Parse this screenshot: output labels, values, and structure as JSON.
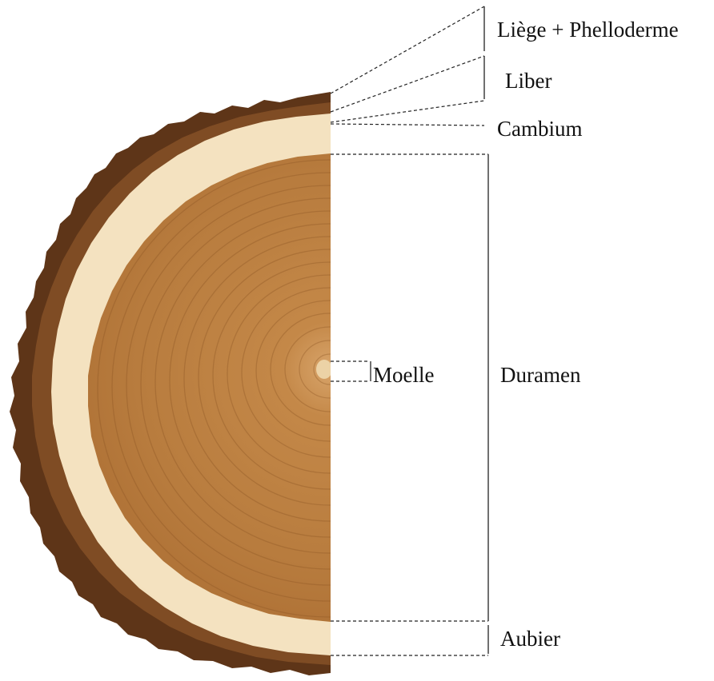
{
  "labels": {
    "liege": "Liège + Phelloderme",
    "liber": "Liber",
    "cambium": "Cambium",
    "moelle": "Moelle",
    "duramen": "Duramen",
    "aubier": "Aubier"
  },
  "colors": {
    "bark_dark": "#4a2a14",
    "bark_mid": "#7a4a24",
    "sapwood": "#f1dcb6",
    "heartwood": "#b87c3e",
    "heartwood_dark": "#9c6228",
    "pith": "#e8c89a",
    "line": "#222222"
  }
}
